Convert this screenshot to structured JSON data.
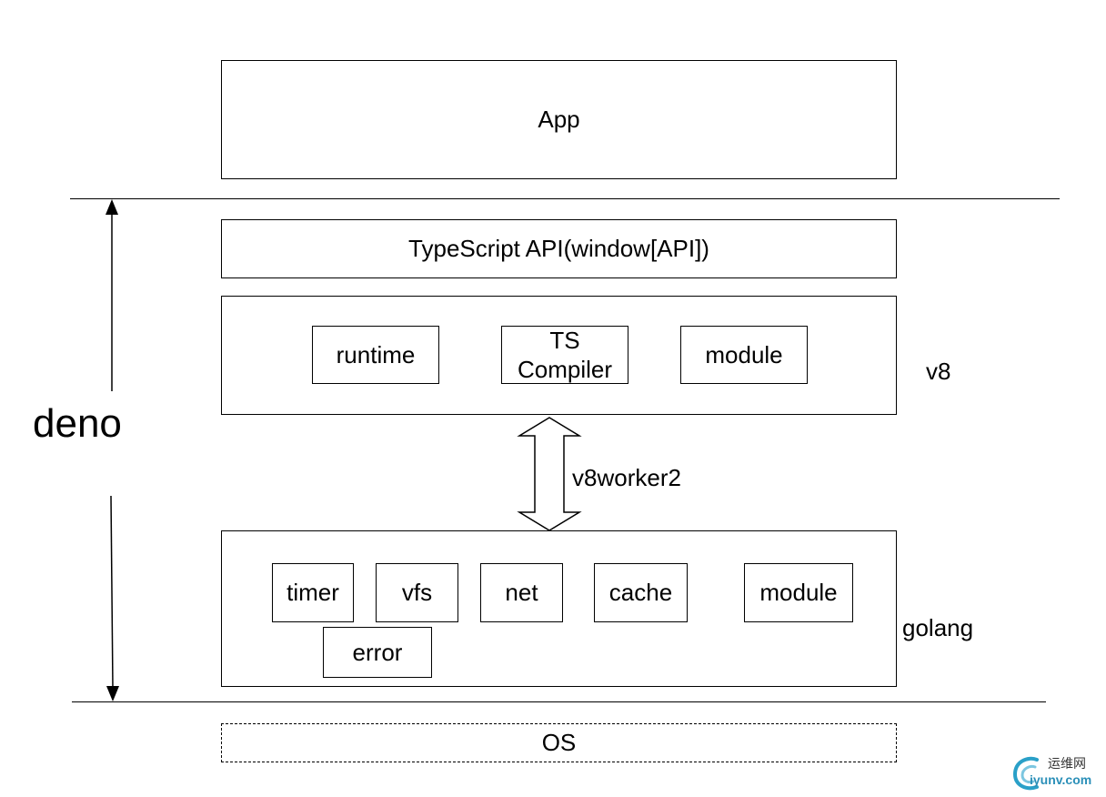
{
  "layers": {
    "app": "App",
    "ts_api": "TypeScript API(window[API])",
    "os": "OS"
  },
  "v8_modules": {
    "runtime": "runtime",
    "ts_compiler_line1": "TS",
    "ts_compiler_line2": "Compiler",
    "module": "module"
  },
  "golang_modules": {
    "timer": "timer",
    "vfs": "vfs",
    "net": "net",
    "cache": "cache",
    "module": "module",
    "error": "error"
  },
  "side_labels": {
    "v8": "v8",
    "golang": "golang",
    "deno": "deno",
    "bridge": "v8worker2"
  },
  "watermark": {
    "line1": "运维网",
    "line2": "iyunv.com"
  }
}
